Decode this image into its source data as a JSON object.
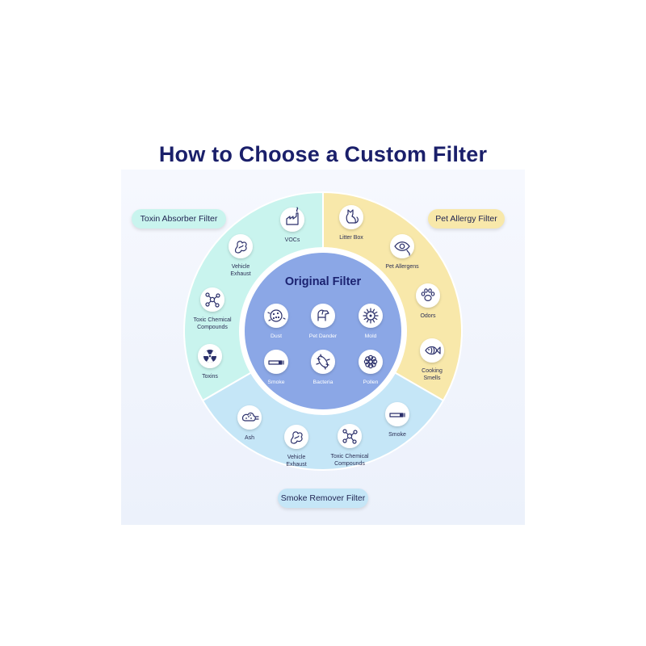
{
  "title": "How to Choose a Custom Filter",
  "colors": {
    "toxin": "#c9f4ee",
    "pet": "#f8e8aa",
    "smoke": "#c5e6f7",
    "original": "#8ba7e6",
    "title": "#1a1f6a"
  },
  "center": {
    "title": "Original Filter",
    "items": [
      {
        "label": "Dust",
        "icon": "dust-icon"
      },
      {
        "label": "Pet Dander",
        "icon": "dog-icon"
      },
      {
        "label": "Mold",
        "icon": "mold-icon"
      },
      {
        "label": "Smoke",
        "icon": "cigarette-icon"
      },
      {
        "label": "Bacteria",
        "icon": "bacteria-icon"
      },
      {
        "label": "Pollen",
        "icon": "pollen-icon"
      }
    ]
  },
  "toxin": {
    "label": "Toxin Absorber Filter",
    "items": [
      {
        "lines": [
          "VOCs"
        ],
        "icon": "factory-icon"
      },
      {
        "lines": [
          "Vehicle",
          "Exhaust"
        ],
        "icon": "exhaust-icon"
      },
      {
        "lines": [
          "Toxic Chemical",
          "Compounds"
        ],
        "icon": "molecule-icon"
      },
      {
        "lines": [
          "Toxins"
        ],
        "icon": "radiation-icon"
      }
    ]
  },
  "pet": {
    "label": "Pet Allergy Filter",
    "items": [
      {
        "lines": [
          "Litter Box"
        ],
        "icon": "cat-icon"
      },
      {
        "lines": [
          "Pet Allergens"
        ],
        "icon": "eye-icon"
      },
      {
        "lines": [
          "Odors"
        ],
        "icon": "paw-icon"
      },
      {
        "lines": [
          "Cooking",
          "Smells"
        ],
        "icon": "fish-icon"
      }
    ]
  },
  "smoke": {
    "label": "Smoke Remover Filter",
    "items": [
      {
        "lines": [
          "Ash"
        ],
        "icon": "ash-icon"
      },
      {
        "lines": [
          "Vehicle",
          "Exhaust"
        ],
        "icon": "exhaust-icon"
      },
      {
        "lines": [
          "Toxic Chemical",
          "Compounds"
        ],
        "icon": "molecule-icon"
      },
      {
        "lines": [
          "Smoke"
        ],
        "icon": "cigarette-icon"
      }
    ]
  }
}
